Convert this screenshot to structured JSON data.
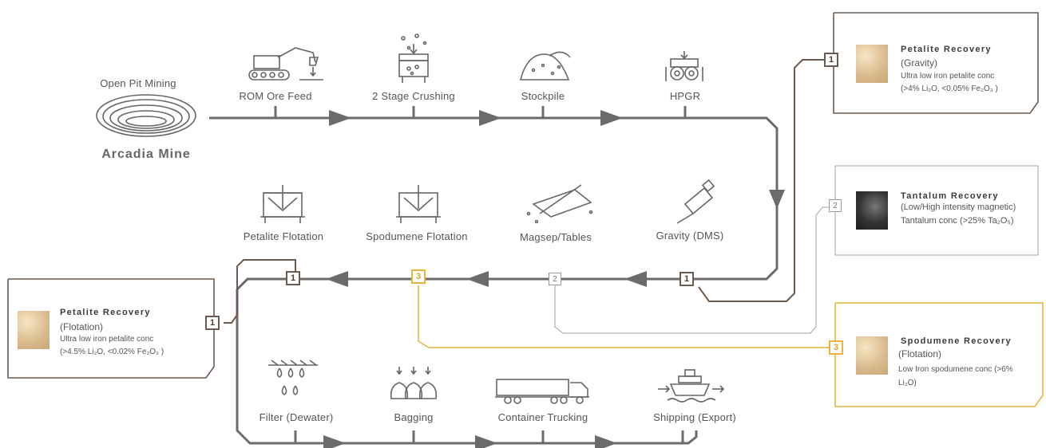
{
  "mine": {
    "top_label": "Open Pit Mining",
    "name": "Arcadia Mine"
  },
  "process_steps": {
    "row1": [
      {
        "id": "rom",
        "label": "ROM Ore Feed",
        "icon": "excavator-icon"
      },
      {
        "id": "crushing",
        "label": "2 Stage Crushing",
        "icon": "crusher-icon"
      },
      {
        "id": "stockpile",
        "label": "Stockpile",
        "icon": "stockpile-icon"
      },
      {
        "id": "hpgr",
        "label": "HPGR",
        "icon": "hpgr-rollers-icon"
      }
    ],
    "row2": [
      {
        "id": "petalite_flot",
        "label": "Petalite Flotation",
        "icon": "flotation-cell-icon"
      },
      {
        "id": "spod_flot",
        "label": "Spodumene Flotation",
        "icon": "flotation-cell-icon"
      },
      {
        "id": "magsep",
        "label": "Magsep/Tables",
        "icon": "shaking-table-icon"
      },
      {
        "id": "gravity",
        "label": "Gravity (DMS)",
        "icon": "cyclone-icon"
      }
    ],
    "row3": [
      {
        "id": "filter",
        "label": "Filter (Dewater)",
        "icon": "filter-icon"
      },
      {
        "id": "bagging",
        "label": "Bagging",
        "icon": "bags-icon"
      },
      {
        "id": "trucking",
        "label": "Container Trucking",
        "icon": "truck-icon"
      },
      {
        "id": "shipping",
        "label": "Shipping (Export)",
        "icon": "ship-icon"
      }
    ]
  },
  "badges": {
    "one": "1",
    "two": "2",
    "three": "3"
  },
  "products": {
    "petalite_gravity": {
      "title": "Petalite Recovery",
      "method": "(Gravity)",
      "line1": "Ultra low iron petalite conc",
      "line2": "(>4% Li₂O, <0.05% Fe₂O₃ )"
    },
    "tantalum": {
      "title": "Tantalum  Recovery",
      "method": "(Low/High intensity magnetic)",
      "line1": "Tantalum conc (>25% Ta₂O₅)"
    },
    "spodumene": {
      "title": "Spodumene Recovery",
      "method": "(Flotation)",
      "line1": "Low Iron spodumene conc (>6%",
      "line2": "Li₂O)"
    },
    "petalite_flotation": {
      "title": "Petalite Recovery",
      "method": "(Flotation)",
      "line1": "Ultra low iron petalite conc",
      "line2": "(>4.5% Li₂O, <0.02% Fe₂O₃ )"
    }
  },
  "colors": {
    "flow": "#6b6b6b",
    "product1": "#6d5a4c",
    "product2": "#9a9a9a",
    "product3": "#e8b43a",
    "icon": "#666666"
  }
}
